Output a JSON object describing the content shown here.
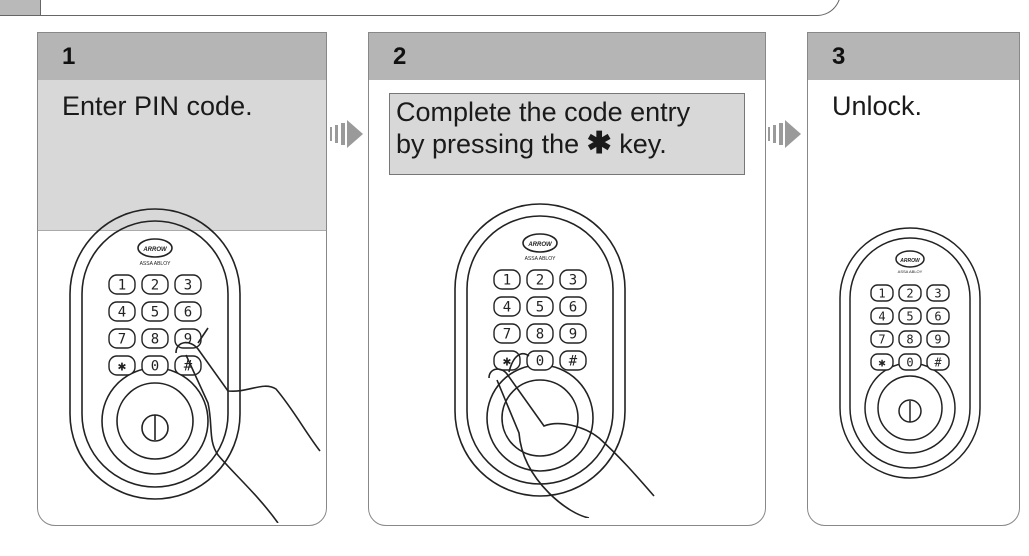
{
  "steps": [
    {
      "number": "1",
      "line1": "Enter PIN code.",
      "line2": ""
    },
    {
      "number": "2",
      "line1": "Complete the code entry",
      "line2_pre": "by pressing the ",
      "line2_key": "✱",
      "line2_post": " key."
    },
    {
      "number": "3",
      "line1": "Unlock.",
      "line2": ""
    }
  ],
  "keypad": {
    "keys": [
      "1",
      "2",
      "3",
      "4",
      "5",
      "6",
      "7",
      "8",
      "9",
      "✱",
      "0",
      "#"
    ],
    "brand_logo": "ARROW",
    "brand_sub": "ASSA ABLOY"
  },
  "colors": {
    "step_bar": "#b5b5b5",
    "text_area": "#d8d8d8",
    "outline": "#888888"
  }
}
